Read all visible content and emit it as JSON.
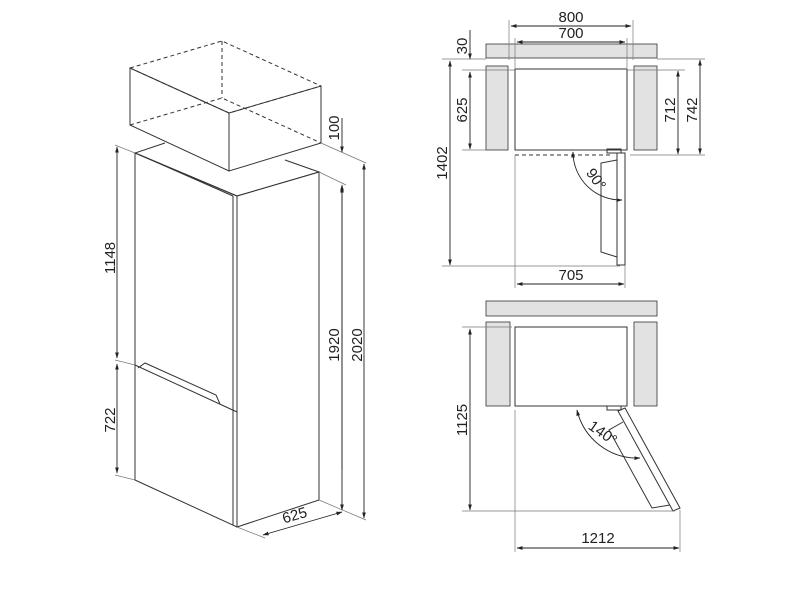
{
  "iso_view": {
    "dim_height_door_top": "1148",
    "dim_height_door_bottom": "722",
    "dim_top_clearance": "100",
    "dim_height": "1920",
    "dim_height_total": "2020",
    "dim_depth": "625"
  },
  "plan_90": {
    "dim_niche_width": "800",
    "dim_width": "700",
    "dim_top_gap": "30",
    "dim_depth": "625",
    "dim_total_depth_open": "1402",
    "dim_depth_with_door": "712",
    "dim_depth_total": "742",
    "dim_width_open": "705",
    "angle": "90°"
  },
  "plan_140": {
    "dim_total_depth_open": "1125",
    "dim_width_open": "1212",
    "angle": "140°"
  },
  "colors": {
    "wall": "#e2e2e2",
    "line": "#333333",
    "box": "#d6d6d6"
  }
}
